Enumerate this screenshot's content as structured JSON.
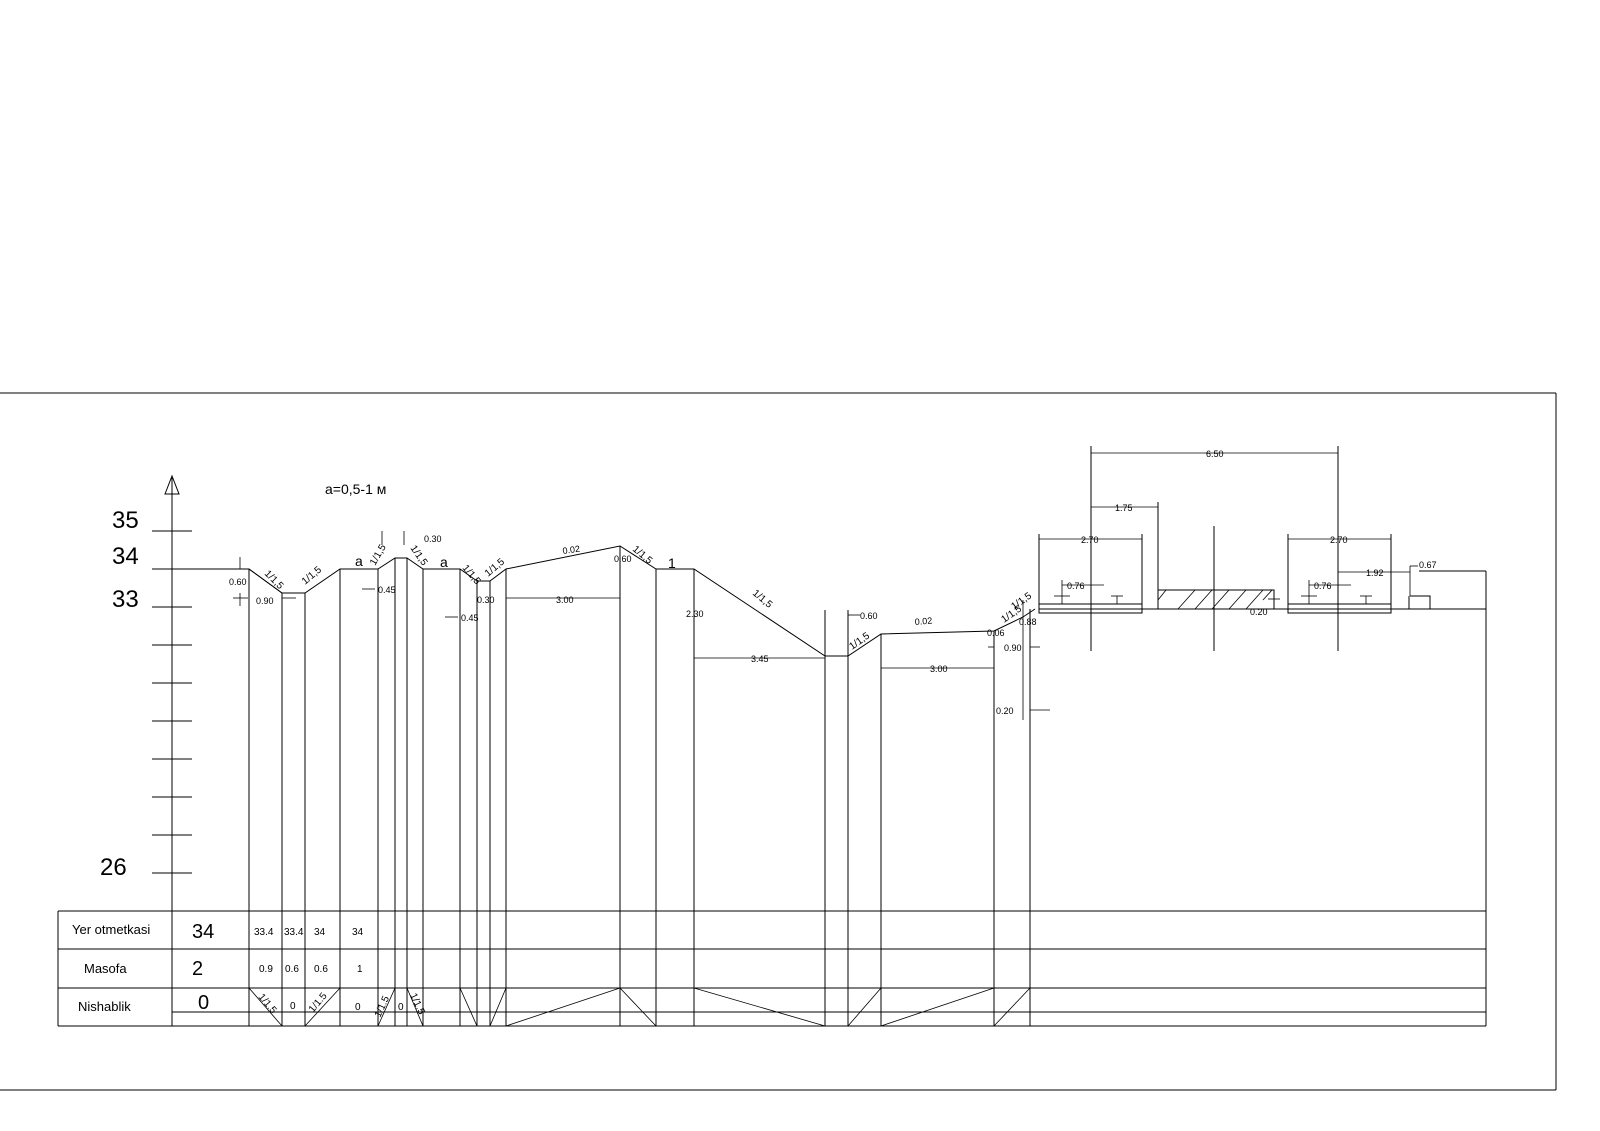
{
  "note": "a=0,5-1 м",
  "axis": {
    "labels": [
      "35",
      "34",
      "33",
      "26"
    ]
  },
  "table": {
    "rows": [
      {
        "label": "Yer otmetkasi",
        "value": "34",
        "cells": [
          "33.4",
          "33.4",
          "34",
          "34"
        ]
      },
      {
        "label": "Masofa",
        "value": "2",
        "cells": [
          "0.9",
          "0.6",
          "0.6",
          "1"
        ]
      },
      {
        "label": "Nishablik",
        "value": "0",
        "cells": [
          "1/1.5",
          "0",
          "1/1.5",
          "0",
          "1/1.5",
          "0",
          "1/1.5"
        ]
      }
    ]
  },
  "profile": {
    "slope_labels": [
      "1/1,5",
      "1/1,5",
      "1/1,5",
      "1/1,5",
      "1/1,5",
      "1/1,5",
      "1/1,5",
      "1/1,5",
      "1/1,5",
      "1/1,5",
      "1/1,5"
    ],
    "letters": [
      "a",
      "a",
      "1"
    ],
    "dimensions": [
      "0.60",
      "0.90",
      "0.45",
      "0.30",
      "0.30",
      "0.45",
      "3.00",
      "0.02",
      "0.60",
      "2.30",
      "3.45",
      "0.60",
      "0.02",
      "3.00",
      "0.06",
      "0.90",
      "0.20",
      "0.88"
    ]
  },
  "road": {
    "dimensions": [
      "6.50",
      "1.75",
      "2.70",
      "2.70",
      "0.76",
      "0.76",
      "1.92",
      "0.67",
      "0.20"
    ]
  }
}
